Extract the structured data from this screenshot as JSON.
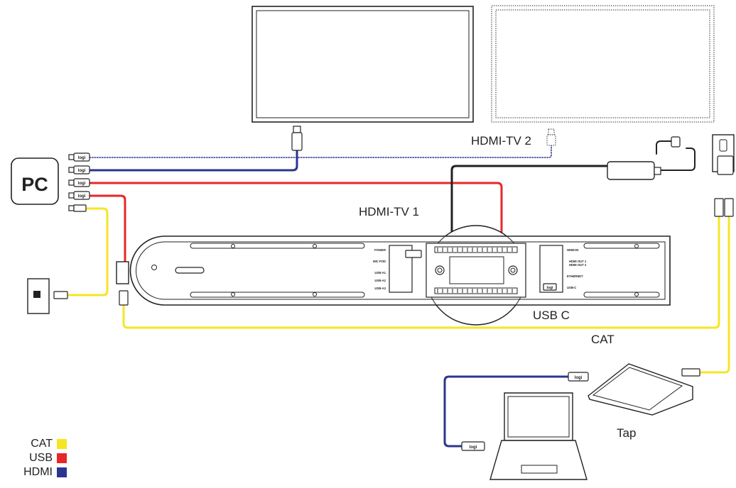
{
  "devices": {
    "pc": "PC",
    "hdmi_tv1": "HDMI-TV 1",
    "hdmi_tv2": "HDMI-TV 2",
    "usb_c": "USB C",
    "cat": "CAT",
    "tap": "Tap",
    "logo": "logi"
  },
  "bar_ports_left": [
    "POWER",
    "MIC POD",
    "USB-A1",
    "USB-A2",
    "USB-A3"
  ],
  "bar_ports_right": [
    "HDMI-IN",
    "HDMI OUT 1",
    "HDMI OUT 2",
    "ETHERNET",
    "USB-C"
  ],
  "legend": [
    {
      "label": "CAT",
      "color": "#f5e623"
    },
    {
      "label": "USB",
      "color": "#e8262a"
    },
    {
      "label": "HDMI",
      "color": "#2b3590"
    }
  ],
  "colors": {
    "cat": "#f5e623",
    "usb": "#e8262a",
    "hdmi": "#2b3590",
    "power": "#222222"
  }
}
